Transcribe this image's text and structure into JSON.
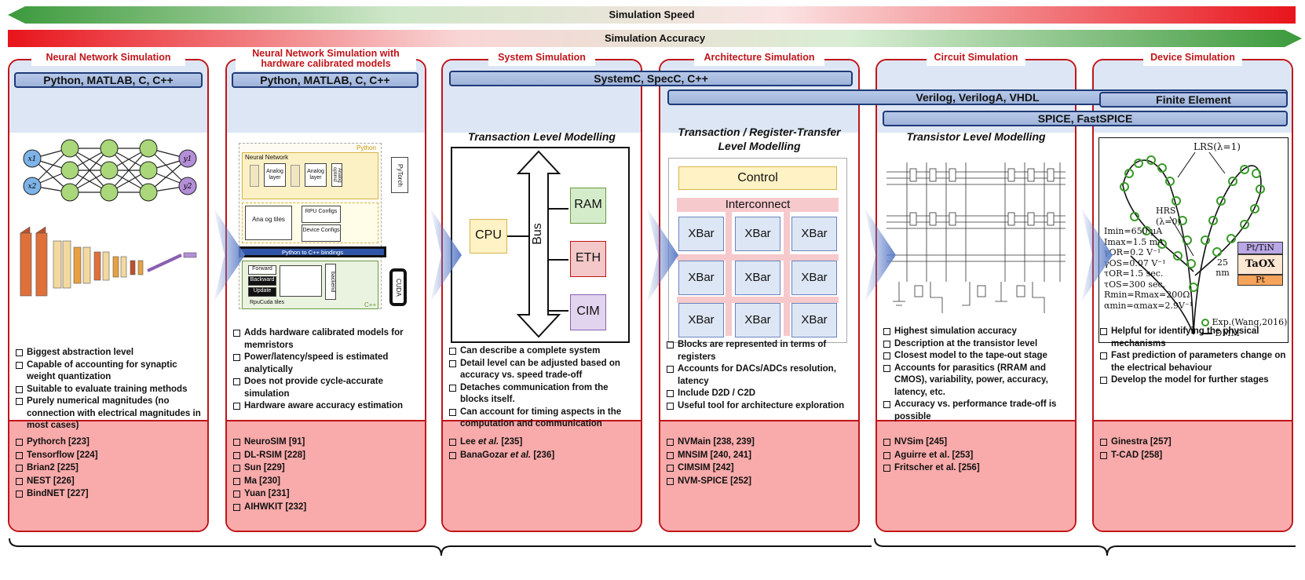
{
  "arrows": {
    "speed": "Simulation Speed",
    "accuracy": "Simulation Accuracy"
  },
  "panels": [
    {
      "title": "Neural Network Simulation",
      "bullets": [
        "Biggest abstraction level",
        "Capable of accounting for synaptic weight quantization",
        "Suitable to evaluate training methods",
        "Purely numerical magnitudes (no connection with electrical magnitudes in most cases)"
      ],
      "refs": [
        "Pythorch [223]",
        "Tensorflow [224]",
        "Brian2 [225]",
        "NEST [226]",
        "BindNET [227]"
      ]
    },
    {
      "title_line1": "Neural Network Simulation with",
      "title_line2": "hardware calibrated models",
      "bullets": [
        "Adds hardware calibrated models for memristors",
        "Power/latency/speed is estimated analytically",
        "Does not provide cycle-accurate simulation",
        "Hardware aware accuracy estimation"
      ],
      "refs": [
        "NeuroSIM [91]",
        "DL-RSIM [228]",
        "Sun [229]",
        "Ma [230]",
        "Yuan [231]",
        "AIHWKIT [232]"
      ]
    },
    {
      "title": "System Simulation",
      "heading": "Transaction Level Modelling",
      "bullets": [
        "Can describe a complete system",
        "Detail level can be adjusted based on accuracy vs. speed trade-off",
        "Detaches communication from the blocks itself.",
        "Can account for timing aspects in the computation and communication"
      ],
      "refs_a": "Lee ",
      "refs_a_it": "et al.",
      "refs_a_tail": " [235]",
      "refs_b": "BanaGozar ",
      "refs_b_it": "et al.",
      "refs_b_tail": " [236]"
    },
    {
      "title": "Architecture Simulation",
      "heading_line1": "Transaction / Register-Transfer",
      "heading_line2": "Level Modelling",
      "bullets": [
        "Blocks are represented in terms of registers",
        "Accounts for DACs/ADCs resolution, latency",
        "Include D2D / C2D",
        "Useful tool for architecture exploration"
      ],
      "refs": [
        "NVMain [238, 239]",
        "MNSIM [240, 241]",
        "CIMSIM [242]",
        "NVM-SPICE [252]"
      ]
    },
    {
      "title": "Circuit Simulation",
      "heading": "Transistor Level Modelling",
      "bullets": [
        "Highest simulation accuracy",
        "Description at the transistor level",
        "Closest model to the tape-out stage",
        "Accounts for parasitics (RRAM and CMOS), variability, power, accuracy, latency, etc.",
        "Accuracy vs. performance trade-off is possible"
      ],
      "refs": [
        "NVSim [245]",
        "Aguirre et al. [253]",
        "Fritscher et al. [256]"
      ]
    },
    {
      "title": "Device Simulation",
      "bullets": [
        "Helpful for identifying the physical mechanisms",
        "Fast prediction of parameters change on the electrical behaviour",
        "Develop the model for further stages"
      ],
      "refs": [
        "Ginestra [257]",
        "T-CAD [258]"
      ]
    }
  ],
  "tools": {
    "python1": "Python, MATLAB, C, C++",
    "python2": "Python, MATLAB, C, C++",
    "systemc": "SystemC, SpecC, C++",
    "verilog": "Verilog, VerilogA, VHDL",
    "finite": "Finite Element",
    "spice": "SPICE, FastSPICE"
  },
  "diagram_nn": {
    "inputs": [
      "x1",
      "x2"
    ],
    "outputs": [
      "y1",
      "y2"
    ]
  },
  "diagram_aihw": {
    "python": "Python",
    "nn": "Neural Network",
    "pytorch": "PyTorch",
    "analog_layer": "Analog layer",
    "analog_optimiz": "Analog optimiz",
    "tiles": "Ana og tiles",
    "rpu_configs": "RPU Configs",
    "device_configs": "Device Configs",
    "bindings": "Python to C++ bindings",
    "forward": "Forward",
    "backward": "Backward",
    "update": "Update",
    "backend": "backend",
    "rpucuda": "RpuCuda tiles",
    "cpp": "C++",
    "cuda": "CUDA"
  },
  "diagram_tlm": {
    "cpu": "CPU",
    "bus": "Bus",
    "ram": "RAM",
    "eth": "ETH",
    "cim": "CIM"
  },
  "diagram_arch": {
    "control": "Control",
    "interconnect": "Interconnect",
    "xbar": "XBar"
  },
  "diagram_device": {
    "lrs": "LRS(λ=1)",
    "hrs1": "HRS",
    "hrs2": "(λ=0)",
    "params": [
      "Imin=650 μA",
      "Imax=1.5 mA",
      "γOR=0.2 V⁻¹",
      "γOS=0.07 V⁻¹",
      "τOR=1.5 sec.",
      "τOS=300 sec.",
      "Rmin=Rmax=200Ω",
      "αmin=αmax=2.9V⁻¹"
    ],
    "stack": [
      "Pt/TiN",
      "TaOX",
      "Pt"
    ],
    "thickness": "25 nm",
    "legend_exp": "Exp.(Wang,2016)",
    "legend_dmm": "DMM"
  },
  "colors": {
    "frame": "#c0151a",
    "tool_border": "#1f3b78",
    "ref_bg": "#f9aaaa",
    "tool_band": "#dde6f4"
  }
}
